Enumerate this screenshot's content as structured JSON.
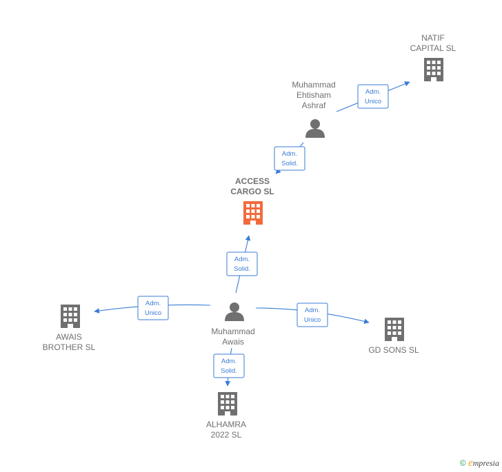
{
  "colors": {
    "edge": "#3a7bd5",
    "company": "#707070",
    "focus": "#f26a3c",
    "person": "#707070"
  },
  "nodes": {
    "natif": {
      "lines": [
        "NATIF",
        "CAPITAL  SL"
      ]
    },
    "ehtisham": {
      "lines": [
        "Muhammad",
        "Ehtisham",
        "Ashraf"
      ]
    },
    "access": {
      "lines": [
        "ACCESS",
        "CARGO  SL"
      ]
    },
    "awais": {
      "lines": [
        "Muhammad",
        "Awais"
      ]
    },
    "brother": {
      "lines": [
        "AWAIS",
        "BROTHER  SL"
      ]
    },
    "gdsons": {
      "lines": [
        "GD SONS  SL"
      ]
    },
    "alhamra": {
      "lines": [
        "ALHAMRA",
        "2022  SL"
      ]
    }
  },
  "edges": {
    "e_natif": {
      "lines": [
        "Adm.",
        "Unico"
      ]
    },
    "e_access_top": {
      "lines": [
        "Adm.",
        "Solid."
      ]
    },
    "e_access_bottom": {
      "lines": [
        "Adm.",
        "Solid."
      ]
    },
    "e_brother": {
      "lines": [
        "Adm.",
        "Unico"
      ]
    },
    "e_gdsons": {
      "lines": [
        "Adm.",
        "Unico"
      ]
    },
    "e_alhamra": {
      "lines": [
        "Adm.",
        "Solid."
      ]
    }
  },
  "brand": {
    "copyright": "©",
    "e": "e",
    "rest": "mpresia"
  }
}
